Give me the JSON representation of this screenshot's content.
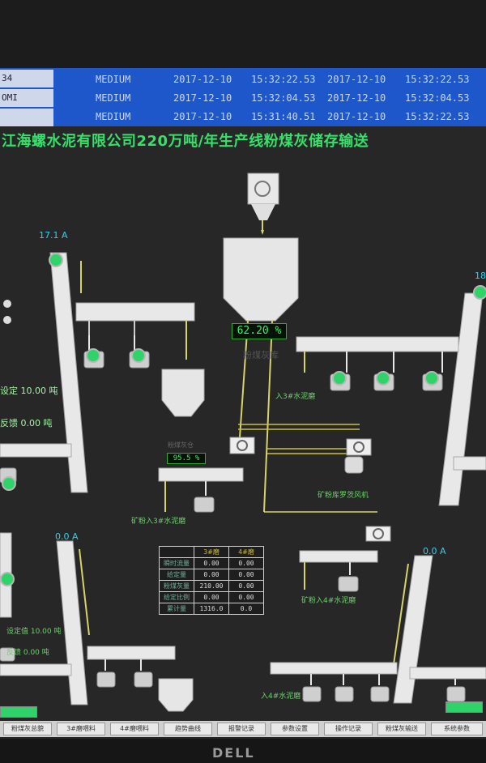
{
  "alarm": {
    "left_tags": [
      "34",
      "OMI",
      ""
    ],
    "rows": [
      {
        "level": "MEDIUM",
        "date1": "2017-12-10",
        "time1": "15:32:22.53",
        "date2": "2017-12-10",
        "time2": "15:32:22.53"
      },
      {
        "level": "MEDIUM",
        "date1": "2017-12-10",
        "time1": "15:32:04.53",
        "date2": "2017-12-10",
        "time2": "15:32:04.53"
      },
      {
        "level": "MEDIUM",
        "date1": "2017-12-10",
        "time1": "15:31:40.51",
        "date2": "2017-12-10",
        "time2": "15:32:22.53"
      }
    ]
  },
  "title": "江海螺水泥有限公司220万吨/年生产线粉煤灰储存输送",
  "readouts": {
    "current_left_top": "17.1 A",
    "current_left_mid": "0.0 A",
    "current_right_top": "18",
    "current_right_mid": "0.0 A",
    "silo_level": "62.20 %",
    "silo_name": "粉煤灰库",
    "small_bin_level": "95.5 %",
    "small_bin_name": "粉煤灰仓"
  },
  "labels": {
    "set_value": "设定 10.00 吨",
    "feedback": "反馈 0.00 吨",
    "to_mill3": "入3#水泥磨",
    "blower": "矿粉库罗茨风机",
    "to_mill3_b": "矿粉入3#水泥磨",
    "to_mill4": "矿粉入4#水泥磨",
    "set_value_2": "设定值 10.00 吨",
    "feedback_2": "反馈 0.00 吨",
    "to_mill4_b": "入4#水泥磨",
    "dell": "DELL"
  },
  "table": {
    "headers": [
      "",
      "3#磨",
      "4#磨"
    ],
    "rows": [
      [
        "瞬时流量",
        "0.00",
        "0.00"
      ],
      [
        "给定量",
        "0.00",
        "0.00"
      ],
      [
        "粉煤灰量",
        "210.00",
        "0.00"
      ],
      [
        "给定比例",
        "0.00",
        "0.00"
      ],
      [
        "累计量",
        "1316.0",
        "0.0"
      ]
    ]
  },
  "nav": [
    "粉煤灰总貌",
    "3#磨喂料",
    "4#磨喂料",
    "趋势曲线",
    "报警记录",
    "参数设置",
    "操作记录",
    "粉煤灰输送",
    "系统参数"
  ],
  "colors": {
    "alarm_bar": "#1d57c9",
    "running": "#2fd36a",
    "title": "#37e06a",
    "readout": "#3cf06a",
    "accent": "#c9b440"
  }
}
